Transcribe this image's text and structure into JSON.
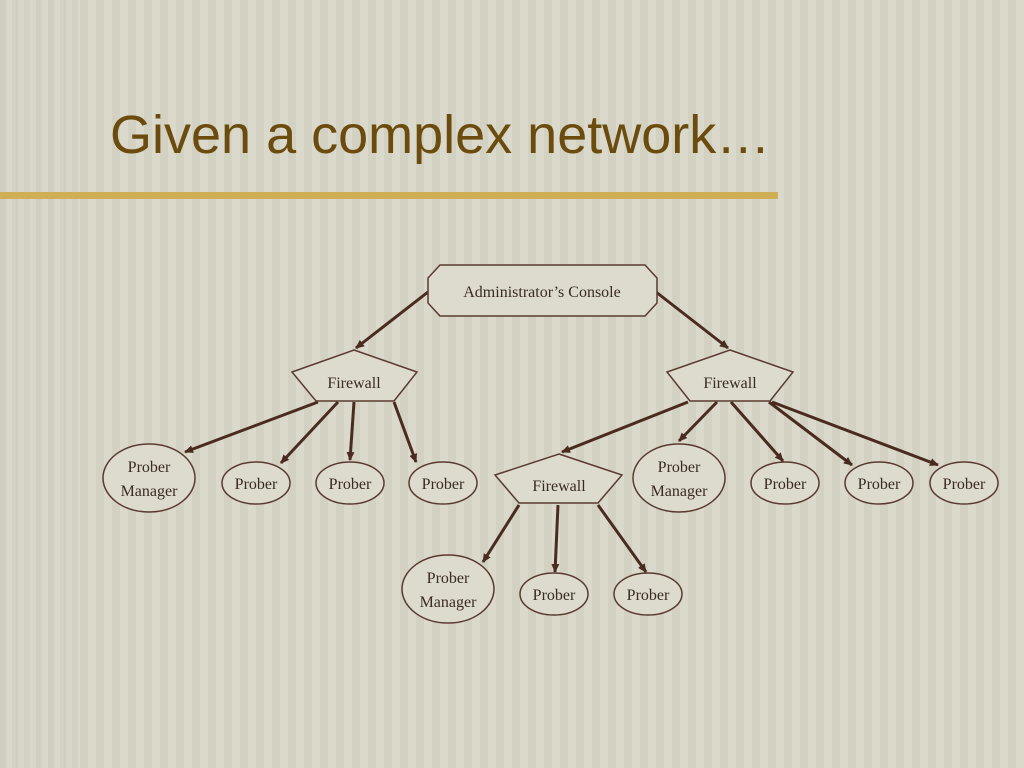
{
  "slide": {
    "title": "Given a complex network…"
  },
  "colors": {
    "title": "#6b4c0e",
    "rule": "#cfae55",
    "edge": "#4a2b20",
    "node_stroke": "#5a3a30"
  },
  "diagram": {
    "console": {
      "label": "Administrator’s Console"
    },
    "firewall_left": {
      "label": "Firewall"
    },
    "firewall_right": {
      "label": "Firewall"
    },
    "firewall_sub": {
      "label": "Firewall"
    },
    "prober_manager_left": {
      "line1": "Prober",
      "line2": "Manager"
    },
    "prober_left_1": {
      "label": "Prober"
    },
    "prober_left_2": {
      "label": "Prober"
    },
    "prober_left_3": {
      "label": "Prober"
    },
    "prober_manager_right": {
      "line1": "Prober",
      "line2": "Manager"
    },
    "prober_right_1": {
      "label": "Prober"
    },
    "prober_right_2": {
      "label": "Prober"
    },
    "prober_right_3": {
      "label": "Prober"
    },
    "prober_manager_sub": {
      "line1": "Prober",
      "line2": "Manager"
    },
    "prober_sub_1": {
      "label": "Prober"
    },
    "prober_sub_2": {
      "label": "Prober"
    }
  }
}
